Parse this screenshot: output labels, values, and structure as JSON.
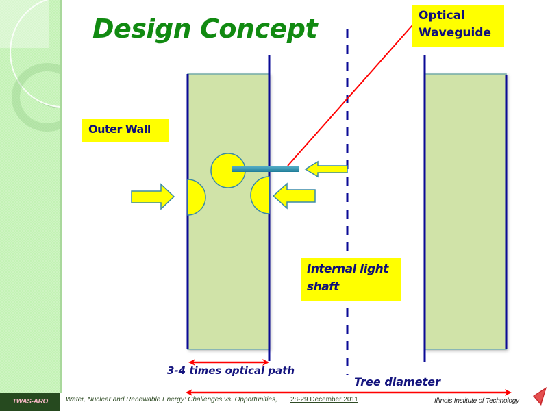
{
  "slide": {
    "title": "Design Concept",
    "labels": {
      "outer_wall": "Outer Wall",
      "optical_waveguide_line1": "Optical",
      "optical_waveguide_line2": "Waveguide",
      "internal_light_shaft_line1": "Internal light",
      "internal_light_shaft_line2": "shaft"
    },
    "dimensions": {
      "wall_thickness": "3-4 times optical path",
      "tree_diameter": "Tree diameter"
    }
  },
  "footer": {
    "org": "TWAS-ARO",
    "event": "Water, Nuclear and Renewable Energy: Challenges vs. Opportunities,",
    "date": "28-29 December 2011",
    "institution": "Illinois Institute of Technology",
    "institution_logo": "iit-logo-icon"
  },
  "colors": {
    "title": "#118a11",
    "label_bg": "#ffff00",
    "label_text": "#0e0e7a",
    "wall_fill": "#d0e3a8",
    "wall_line": "#0a0a96",
    "arrow_fill": "#ffff00",
    "arrow_stroke": "#3a8aa8",
    "waveguide": "#2f94b0",
    "red": "#ff0000",
    "sidebar": "#c3f2b5",
    "footer_bar": "#264a1f"
  }
}
